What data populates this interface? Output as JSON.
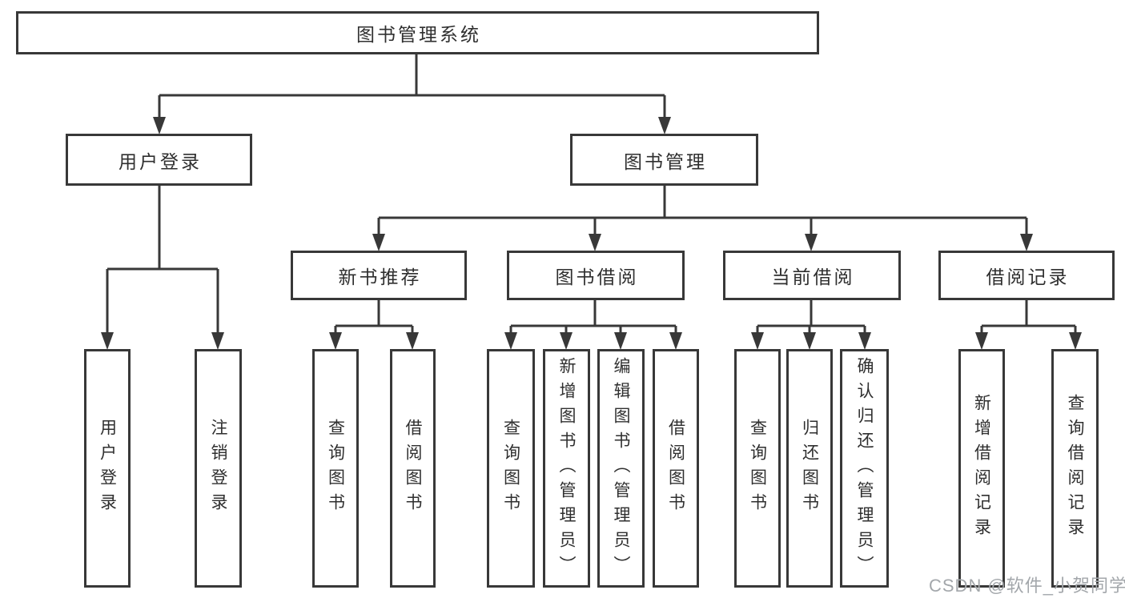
{
  "tree": {
    "root": "图书管理系统",
    "level2": [
      "用户登录",
      "图书管理"
    ],
    "level3": [
      "新书推荐",
      "图书借阅",
      "当前借阅",
      "借阅记录"
    ],
    "groups": [
      {
        "parent": "用户登录",
        "items": [
          "用户登录",
          "注销登录"
        ]
      },
      {
        "parent": "新书推荐",
        "items": [
          "查询图书",
          "借阅图书"
        ]
      },
      {
        "parent": "图书借阅",
        "items": [
          "查询图书",
          "新增图书（管理员）",
          "编辑图书（管理员）",
          "借阅图书"
        ]
      },
      {
        "parent": "当前借阅",
        "items": [
          "查询图书",
          "归还图书",
          "确认归还（管理员）"
        ]
      },
      {
        "parent": "借阅记录",
        "items": [
          "新增借阅记录",
          "查询借阅记录"
        ]
      }
    ]
  },
  "watermark": "CSDN @软件_小贺同学",
  "colors": {
    "line": "#383838",
    "text": "#2f2f2f",
    "watermark": "#a3a7ab",
    "background": "#ffffff"
  }
}
